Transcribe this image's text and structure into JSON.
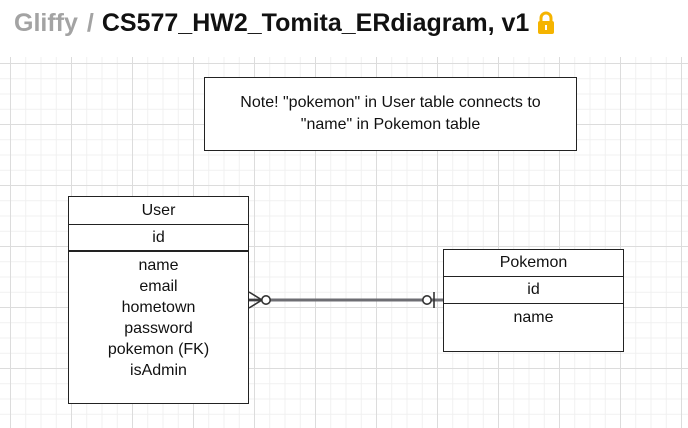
{
  "header": {
    "app_name": "Gliffy",
    "separator": "/",
    "document_title": "CS577_HW2_Tomita_ERdiagram, v1",
    "lock_icon": "lock-icon",
    "lock_color": "#f5b400"
  },
  "diagram": {
    "note": {
      "line1": "Note! \"pokemon\" in User table connects to",
      "line2": "\"name\" in Pokemon table"
    },
    "entities": {
      "user": {
        "name": "User",
        "key": "id",
        "attributes": [
          "name",
          "email",
          "hometown",
          "password",
          "pokemon (FK)",
          "isAdmin"
        ]
      },
      "pokemon": {
        "name": "Pokemon",
        "key": "id",
        "attributes": [
          "name"
        ]
      }
    },
    "relationship": {
      "from": "User",
      "to": "Pokemon",
      "from_cardinality": "zero-or-many",
      "to_cardinality": "zero-or-one"
    }
  }
}
